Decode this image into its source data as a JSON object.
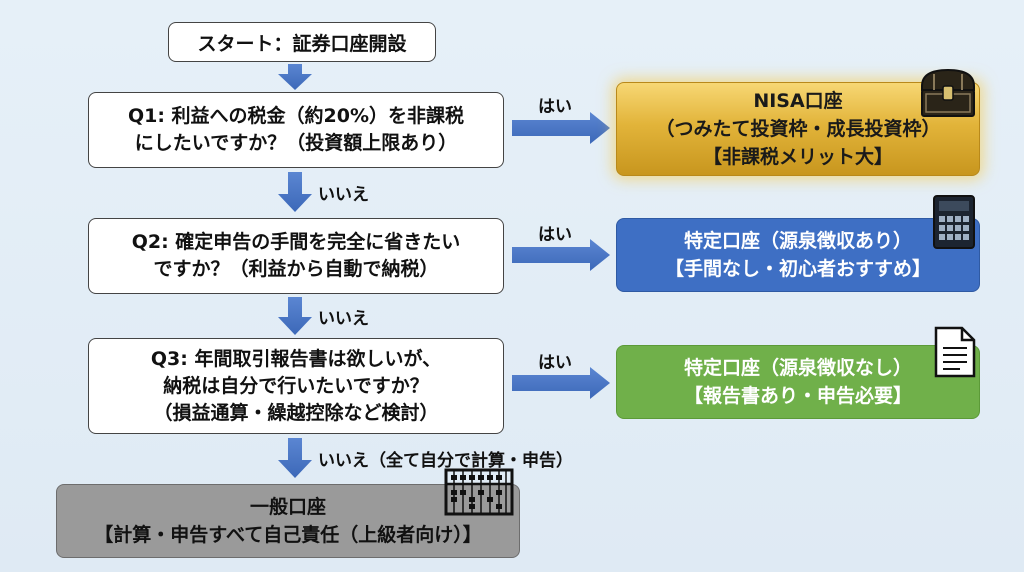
{
  "start": {
    "label": "スタート：証券口座開設"
  },
  "q1": {
    "lines": [
      "Q1: 利益への税金（約20%）を非課税",
      "にしたいですか？（投資額上限あり）"
    ]
  },
  "q2": {
    "lines": [
      "Q2: 確定申告の手間を完全に省きたい",
      "ですか？（利益から自動で納税）"
    ]
  },
  "q3": {
    "lines": [
      "Q3: 年間取引報告書は欲しいが、",
      "納税は自分で行いたいですか？",
      "（損益通算・繰越控除など検討）"
    ]
  },
  "yes_label": "はい",
  "no_label": "いいえ",
  "no_final_label": "いいえ（全て自分で計算・申告）",
  "results": {
    "nisa": {
      "lines": [
        "NISA口座",
        "（つみたて投資枠・成長投資枠）",
        "【非課税メリット大】"
      ],
      "color": "#e2b43a",
      "icon": "treasure-chest-icon"
    },
    "tokutei_withholding": {
      "lines": [
        "特定口座（源泉徴収あり）",
        "【手間なし・初心者おすすめ】"
      ],
      "color": "#3e6fc4",
      "icon": "calculator-icon"
    },
    "tokutei_no_withholding": {
      "lines": [
        "特定口座（源泉徴収なし）",
        "【報告書あり・申告必要】"
      ],
      "color": "#70b04a",
      "icon": "document-icon"
    },
    "general": {
      "lines": [
        "一般口座",
        "【計算・申告すべて自己責任（上級者向け）】"
      ],
      "color": "#9a9a9a",
      "icon": "abacus-icon"
    }
  }
}
